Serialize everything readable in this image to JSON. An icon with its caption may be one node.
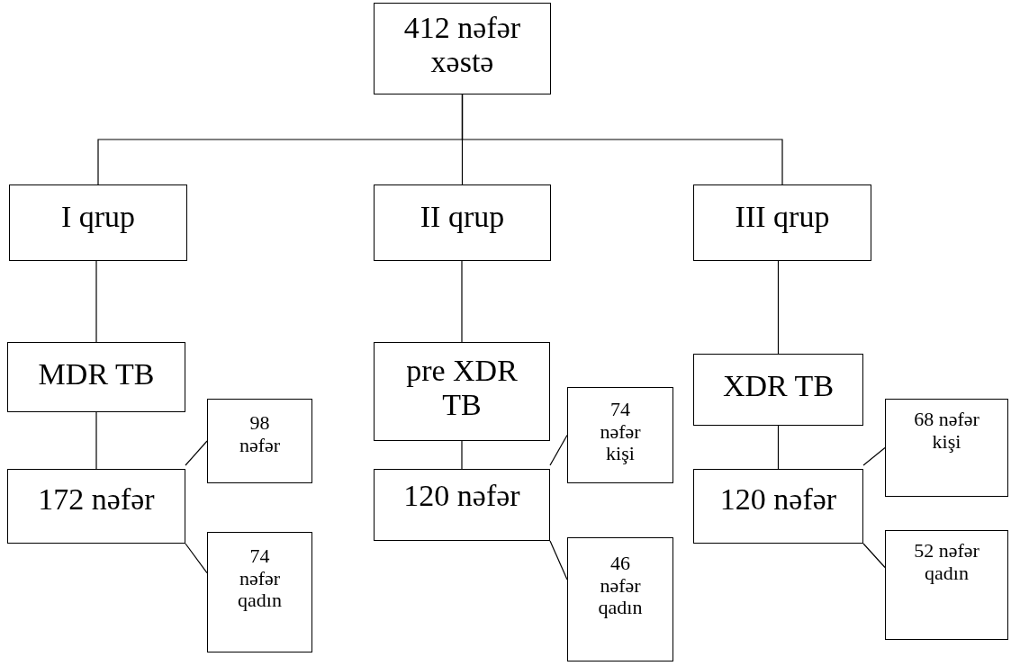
{
  "diagram": {
    "nodes": [
      {
        "text": [
          "412 nəfər xəstə"
        ]
      },
      {
        "text": [
          "I qrup"
        ]
      },
      {
        "text": [
          "II qrup"
        ]
      },
      {
        "text": [
          "III qrup"
        ]
      },
      {
        "text": [
          "MDR TB"
        ]
      },
      {
        "text": [
          "pre XDR TB"
        ]
      },
      {
        "text": [
          "XDR TB"
        ]
      },
      {
        "text": [
          "172 nəfər"
        ]
      },
      {
        "text": [
          "98 nəfər"
        ]
      },
      {
        "text": [
          "74 nəfər qadın"
        ]
      },
      {
        "text": [
          "120 nəfər"
        ]
      },
      {
        "text": [
          "74 nəfər kişi"
        ]
      },
      {
        "text": [
          "46 nəfər qadın"
        ]
      },
      {
        "text": [
          "120 nəfər"
        ]
      },
      {
        "text": [
          "68 nəfər kişi"
        ]
      },
      {
        "text": [
          "52 nəfər qadın"
        ]
      }
    ],
    "edges": [
      {
        "from": 0,
        "to": 1,
        "arrow": "none"
      },
      {
        "from": 0,
        "to": 2,
        "arrow": "none"
      },
      {
        "from": 0,
        "to": 3,
        "arrow": "none"
      },
      {
        "from": 1,
        "to": 4,
        "arrow": "none"
      },
      {
        "from": 2,
        "to": 5,
        "arrow": "none"
      },
      {
        "from": 3,
        "to": 6,
        "arrow": "none"
      },
      {
        "from": 4,
        "to": 7,
        "arrow": "none"
      },
      {
        "from": 5,
        "to": 10,
        "arrow": "none"
      },
      {
        "from": 6,
        "to": 13,
        "arrow": "none"
      },
      {
        "from": 7,
        "to": 8,
        "arrow": "none"
      },
      {
        "from": 7,
        "to": 9,
        "arrow": "none"
      },
      {
        "from": 10,
        "to": 11,
        "arrow": "none"
      },
      {
        "from": 10,
        "to": 12,
        "arrow": "none"
      },
      {
        "from": 13,
        "to": 14,
        "arrow": "none"
      },
      {
        "from": 13,
        "to": 15,
        "arrow": "none"
      }
    ]
  }
}
